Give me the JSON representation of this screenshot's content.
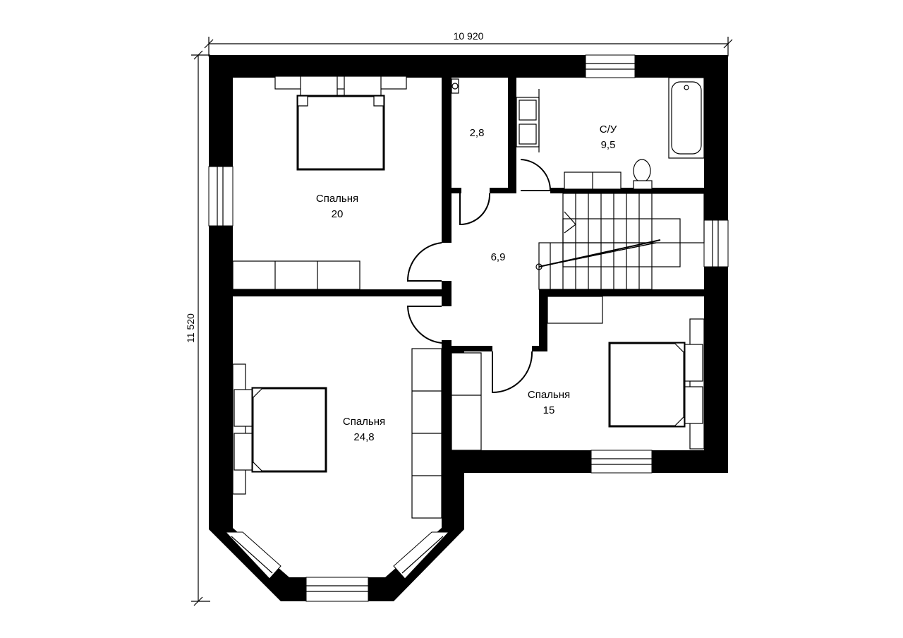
{
  "dimensions": {
    "width": "10 920",
    "height": "11 520"
  },
  "rooms": [
    {
      "id": "bedroom-top-left",
      "name": "Спальня",
      "area": "20"
    },
    {
      "id": "closet",
      "name": "",
      "area": "2,8"
    },
    {
      "id": "bathroom",
      "name": "С/У",
      "area": "9,5"
    },
    {
      "id": "hall",
      "name": "",
      "area": "6,9"
    },
    {
      "id": "bedroom-bottom-left",
      "name": "Спальня",
      "area": "24,8"
    },
    {
      "id": "bedroom-right",
      "name": "Спальня",
      "area": "15"
    }
  ]
}
